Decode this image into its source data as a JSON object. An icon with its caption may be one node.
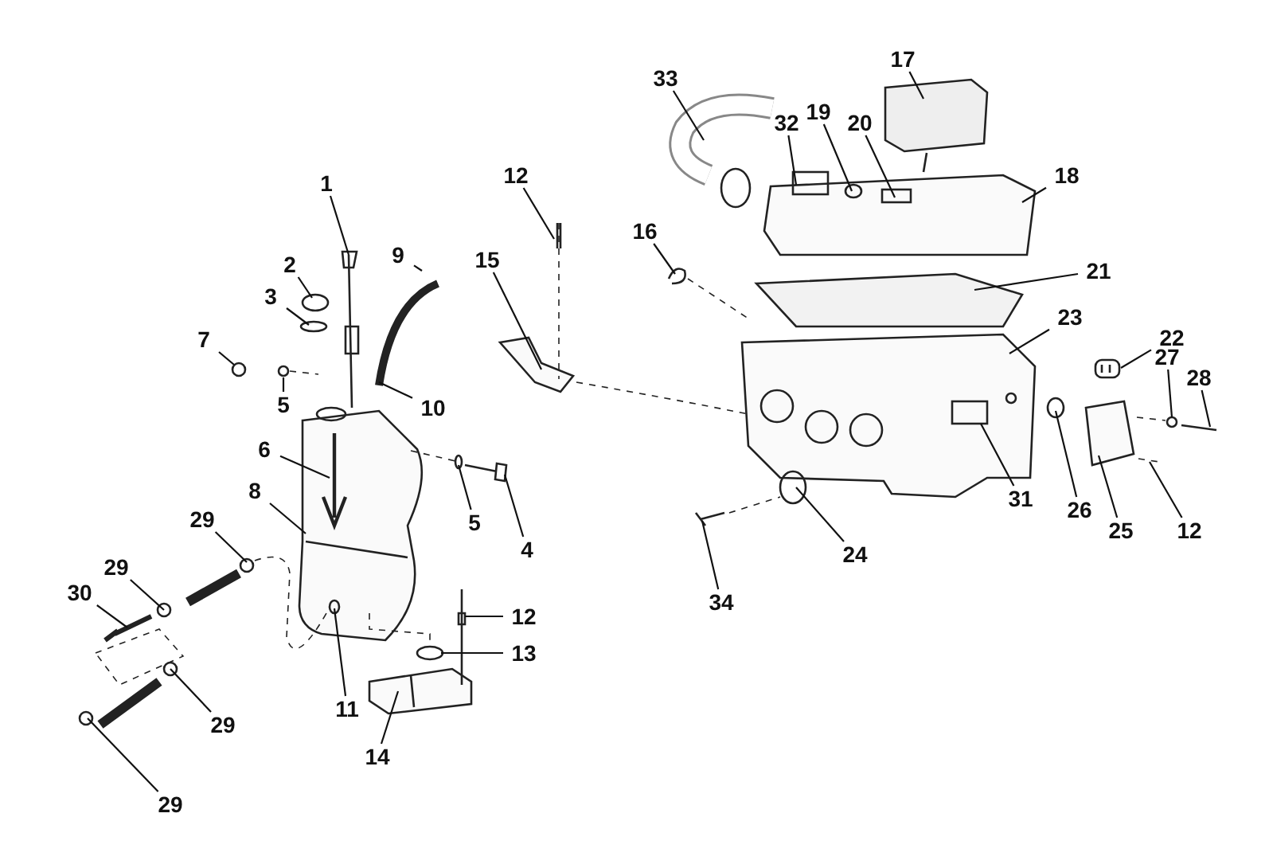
{
  "diagram": {
    "nodes": [
      {
        "text": [
          "17"
        ]
      },
      {
        "text": [
          "33"
        ]
      },
      {
        "text": [
          "32"
        ]
      },
      {
        "text": [
          "19"
        ]
      },
      {
        "text": [
          "20"
        ]
      },
      {
        "text": [
          "18"
        ]
      },
      {
        "text": [
          "1"
        ]
      },
      {
        "text": [
          "12"
        ]
      },
      {
        "text": [
          "16"
        ]
      },
      {
        "text": [
          "9"
        ]
      },
      {
        "text": [
          "15"
        ]
      },
      {
        "text": [
          "21"
        ]
      },
      {
        "text": [
          "2"
        ]
      },
      {
        "text": [
          "3"
        ]
      },
      {
        "text": [
          "23"
        ]
      },
      {
        "text": [
          "22"
        ]
      },
      {
        "text": [
          "7"
        ]
      },
      {
        "text": [
          "27"
        ]
      },
      {
        "text": [
          "5"
        ]
      },
      {
        "text": [
          "28"
        ]
      },
      {
        "text": [
          "10"
        ]
      },
      {
        "text": [
          "6"
        ]
      },
      {
        "text": [
          "8"
        ]
      },
      {
        "text": [
          "31"
        ]
      },
      {
        "text": [
          "26"
        ]
      },
      {
        "text": [
          "29"
        ]
      },
      {
        "text": [
          "5"
        ]
      },
      {
        "text": [
          "25"
        ]
      },
      {
        "text": [
          "12"
        ]
      },
      {
        "text": [
          "4"
        ]
      },
      {
        "text": [
          "24"
        ]
      },
      {
        "text": [
          "29"
        ]
      },
      {
        "text": [
          "30"
        ]
      },
      {
        "text": [
          "34"
        ]
      },
      {
        "text": [
          "12"
        ]
      },
      {
        "text": [
          "13"
        ]
      },
      {
        "text": [
          "11"
        ]
      },
      {
        "text": [
          "29"
        ]
      },
      {
        "text": [
          "14"
        ]
      },
      {
        "text": [
          "29"
        ]
      }
    ],
    "edges": [
      {
        "from": 0,
        "to": null,
        "arrow": "none"
      },
      {
        "from": 1,
        "to": null,
        "arrow": "none"
      },
      {
        "from": 2,
        "to": null,
        "arrow": "none"
      },
      {
        "from": 3,
        "to": null,
        "arrow": "none"
      },
      {
        "from": 4,
        "to": null,
        "arrow": "none"
      },
      {
        "from": 5,
        "to": null,
        "arrow": "none"
      },
      {
        "from": 6,
        "to": null,
        "arrow": "none"
      },
      {
        "from": 7,
        "to": null,
        "arrow": "none"
      },
      {
        "from": 8,
        "to": null,
        "arrow": "none"
      },
      {
        "from": 9,
        "to": null,
        "arrow": "none"
      },
      {
        "from": 10,
        "to": null,
        "arrow": "none"
      },
      {
        "from": 11,
        "to": null,
        "arrow": "none"
      },
      {
        "from": 12,
        "to": null,
        "arrow": "none"
      },
      {
        "from": 13,
        "to": null,
        "arrow": "none"
      },
      {
        "from": 14,
        "to": null,
        "arrow": "none"
      },
      {
        "from": 15,
        "to": null,
        "arrow": "none"
      },
      {
        "from": 16,
        "to": null,
        "arrow": "none"
      },
      {
        "from": 17,
        "to": null,
        "arrow": "none"
      },
      {
        "from": 18,
        "to": null,
        "arrow": "none"
      },
      {
        "from": 19,
        "to": null,
        "arrow": "none"
      },
      {
        "from": 20,
        "to": null,
        "arrow": "none"
      },
      {
        "from": 21,
        "to": null,
        "arrow": "none"
      },
      {
        "from": 22,
        "to": null,
        "arrow": "none"
      },
      {
        "from": 23,
        "to": null,
        "arrow": "none"
      },
      {
        "from": 24,
        "to": null,
        "arrow": "none"
      },
      {
        "from": 25,
        "to": null,
        "arrow": "none"
      },
      {
        "from": 26,
        "to": null,
        "arrow": "none"
      },
      {
        "from": 27,
        "to": null,
        "arrow": "none"
      },
      {
        "from": 28,
        "to": null,
        "arrow": "none"
      },
      {
        "from": 29,
        "to": null,
        "arrow": "none"
      },
      {
        "from": 30,
        "to": null,
        "arrow": "none"
      },
      {
        "from": 31,
        "to": null,
        "arrow": "none"
      },
      {
        "from": 32,
        "to": null,
        "arrow": "none"
      },
      {
        "from": 33,
        "to": null,
        "arrow": "none"
      },
      {
        "from": 34,
        "to": null,
        "arrow": "none"
      },
      {
        "from": 35,
        "to": null,
        "arrow": "none"
      },
      {
        "from": 36,
        "to": null,
        "arrow": "none"
      },
      {
        "from": 37,
        "to": null,
        "arrow": "none"
      },
      {
        "from": 38,
        "to": null,
        "arrow": "none"
      },
      {
        "from": 39,
        "to": null,
        "arrow": "none"
      }
    ]
  }
}
